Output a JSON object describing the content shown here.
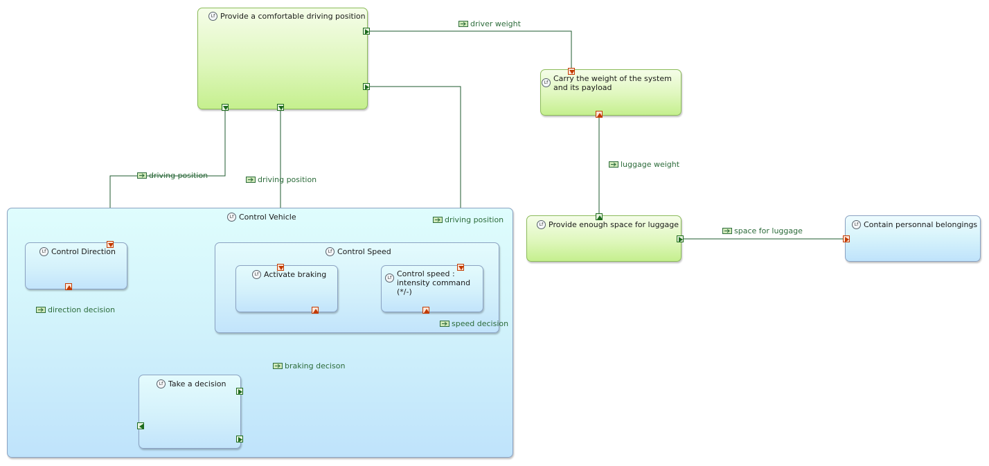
{
  "functions": {
    "provide_driving_position": "Provide a comfortable driving position",
    "carry_weight": "Carry the weight of the system and its payload",
    "provide_luggage_space": "Provide enough space for luggage",
    "contain_belongings": "Contain personnal belongings",
    "control_vehicle": "Control Vehicle",
    "control_direction": "Control Direction",
    "control_speed": "Control Speed",
    "activate_braking": "Activate braking",
    "control_speed_intensity": "Control speed : intensity command (*/-)",
    "take_decision": "Take a decision"
  },
  "exchanges": {
    "driver_weight": "driver weight",
    "luggage_weight": "luggage weight",
    "space_for_luggage": "space for luggage",
    "driving_position_1": "driving position",
    "driving_position_2": "driving position",
    "driving_position_3": "driving position",
    "direction_decision": "direction decision",
    "braking_decision": "braking decison",
    "speed_decision": "speed decision"
  },
  "icons": {
    "function_badge": "Lf",
    "exchange_icon": "functional-exchange-icon"
  },
  "colors": {
    "edge": "#1e5a2e",
    "output_port": "#1d6b1d",
    "input_port": "#c23a00",
    "label": "#2c6b3a"
  }
}
